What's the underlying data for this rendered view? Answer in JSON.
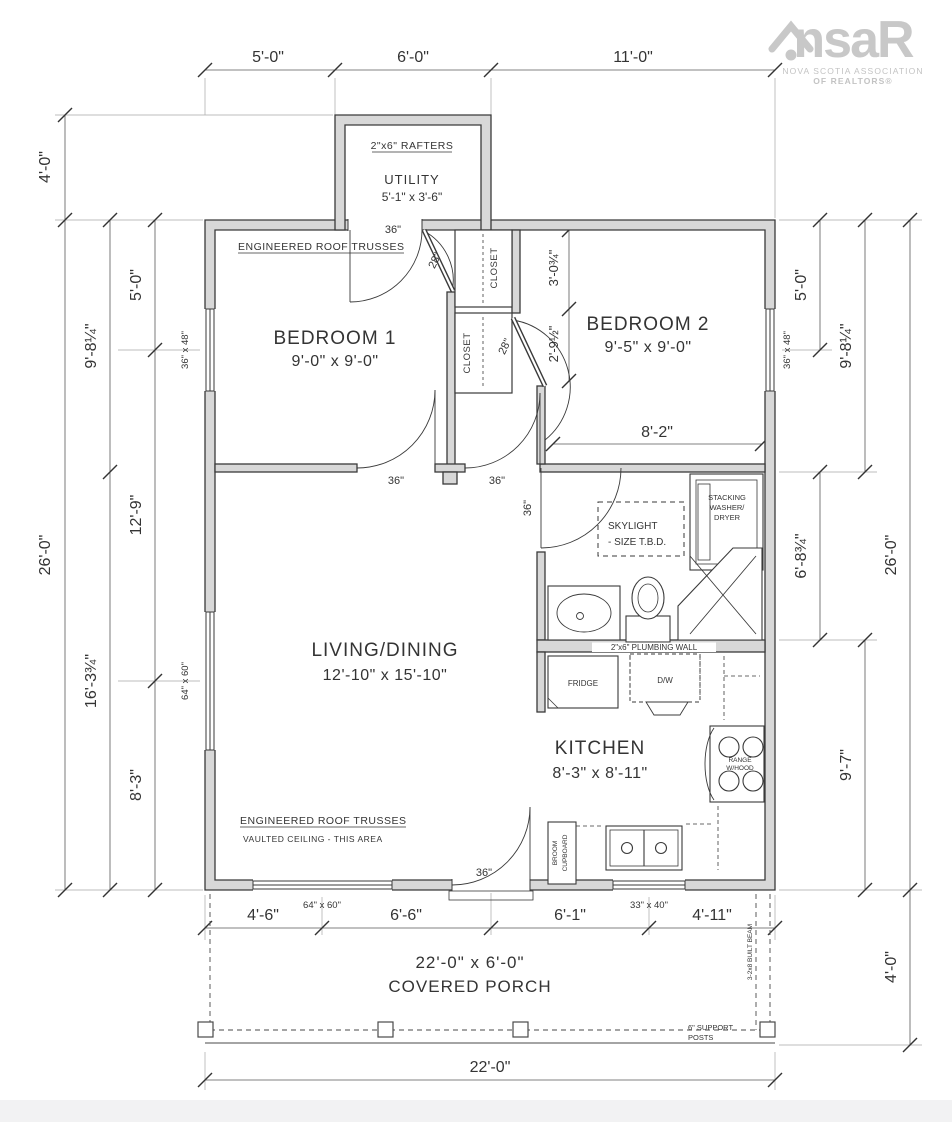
{
  "logo": {
    "part1": "ns",
    "part2": "aR",
    "line1": "NOVA SCOTIA ASSOCIATION",
    "line2": "OF REALTORS®"
  },
  "colors": {
    "wall_fill": "#d8d8d8",
    "line": "#3a3a3a",
    "logo": "#c8c8c8"
  },
  "dims": {
    "top": [
      "5'-0\"",
      "6'-0\"",
      "11'-0\""
    ],
    "left": {
      "a": "4'-0\"",
      "b": "26'-0\"",
      "c": "9'-8¼\"",
      "d": "16'-3¾\"",
      "e": "5'-0\"",
      "f": "12'-9\"",
      "g": "8'-3\""
    },
    "right": {
      "a": "5'-0\"",
      "b": "9'-8¼\"",
      "c": "26'-0\"",
      "d": "6'-8¾\"",
      "e": "9'-7\"",
      "f": "4'-0\""
    },
    "bottom": {
      "a": "4'-6\"",
      "b": "6'-6\"",
      "c": "6'-1\"",
      "d": "4'-11\"",
      "e": "22'-0\""
    },
    "interior": {
      "a": "8'-2\"",
      "b": "3'-0¾\"",
      "c": "2'-9½\""
    }
  },
  "rooms": {
    "utility": {
      "name": "UTILITY",
      "size": "5'-1\" x 3'-6\""
    },
    "bedroom1": {
      "name": "BEDROOM 1",
      "size": "9'-0\" x 9'-0\""
    },
    "bedroom2": {
      "name": "BEDROOM 2",
      "size": "9'-5\" x 9'-0\""
    },
    "living": {
      "name": "LIVING/DINING",
      "size": "12'-10\" x 15'-10\""
    },
    "kitchen": {
      "name": "KITCHEN",
      "size": "8'-3\" x 8'-11\""
    },
    "porch": {
      "size": "22'-0\" x 6'-0\"",
      "name": "COVERED PORCH"
    }
  },
  "notes": {
    "rafters": "2\"x6\" RAFTERS",
    "trusses1": "ENGINEERED ROOF TRUSSES",
    "trusses2": "ENGINEERED ROOF TRUSSES",
    "vaulted": "VAULTED CEILING - THIS AREA",
    "plumbing": "2\"x6\" PLUMBING WALL",
    "skylight1": "SKYLIGHT",
    "skylight2": "- SIZE T.B.D.",
    "washer1": "STACKING",
    "washer2": "WASHER/",
    "washer3": "DRYER",
    "fridge": "FRIDGE",
    "dw": "D/W",
    "range1": "RANGE",
    "range2": "W/HOOD",
    "broom1": "BROOM",
    "broom2": "CUPBOARD",
    "closet1": "CLOSET",
    "closet2": "CLOSET",
    "posts1": "6\" SUPPORT",
    "posts2": "POSTS",
    "beam": "3-2x8 BUILT BEAM"
  },
  "doors": {
    "utility": "36\"",
    "bedroom1": "36\"",
    "hall": "36\"",
    "bath": "36\"",
    "front": "36\"",
    "closet1": "28\"",
    "closet2": "28\""
  },
  "windows": {
    "left_bedroom": "36\" x 48\"",
    "left_living": "64\" x 60\"",
    "right_bedroom": "36\" x 48\"",
    "bottom_living": "64\" x 60\"",
    "kitchen": "33\" x 40\""
  }
}
